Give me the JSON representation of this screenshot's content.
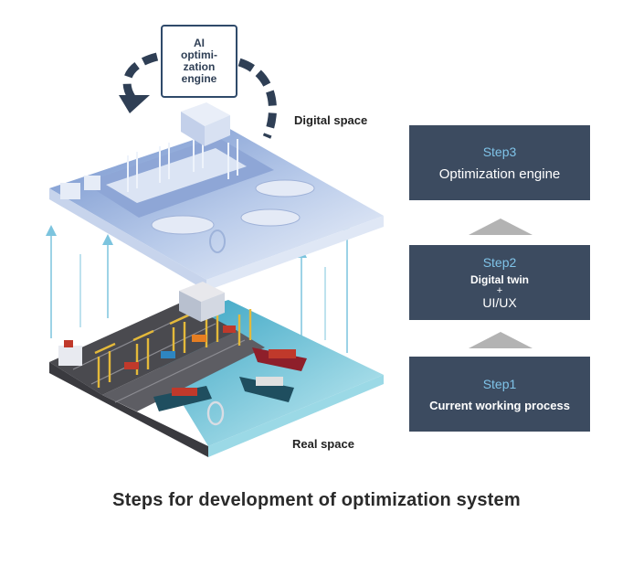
{
  "ai_engine": {
    "lines": [
      "AI",
      "optimi-",
      "zation",
      "engine"
    ]
  },
  "labels": {
    "digital_space": "Digital space",
    "real_space": "Real space"
  },
  "steps": [
    {
      "number": "Step3",
      "title": "Optimization engine"
    },
    {
      "number": "Step2",
      "title": "Digital twin",
      "plus": "+",
      "extra": "UI/UX"
    },
    {
      "number": "Step1",
      "title": "Current working process"
    }
  ],
  "caption": "Steps for development of optimization system",
  "colors": {
    "step_box": "#3c4b60",
    "step_number": "#7fc3e8",
    "arrow": "#2f3f55",
    "upward_arrows": "#7cc4de",
    "digital_plane": "#a9bfe2",
    "water": "#4fb6cf"
  }
}
